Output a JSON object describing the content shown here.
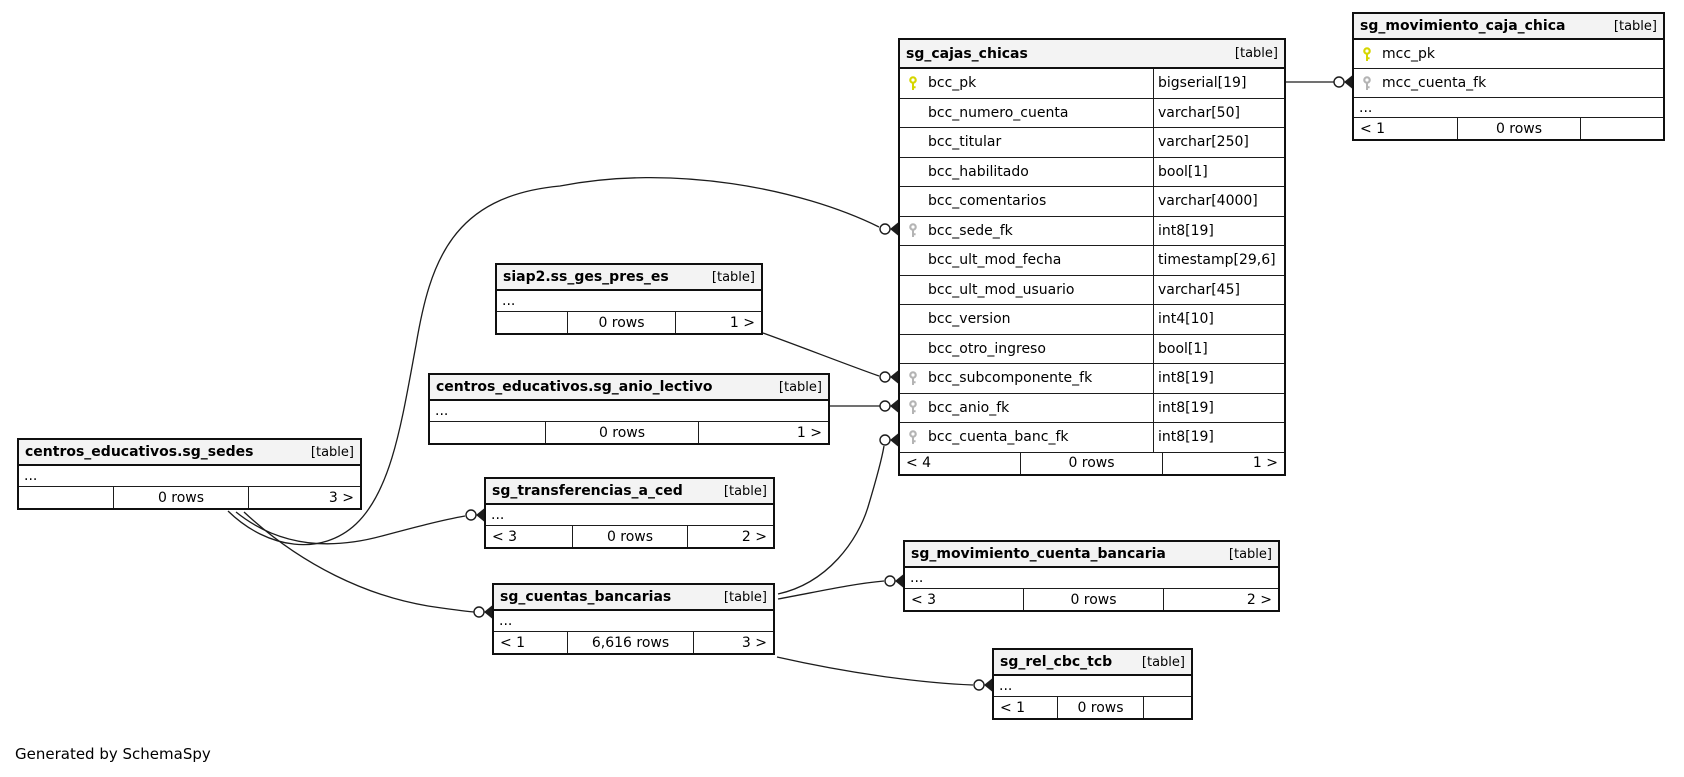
{
  "page": {
    "generated_note": "Generated by SchemaSpy"
  },
  "colors": {
    "background": "#ffffff",
    "table_header_bg": "#f3f3f3",
    "border": "#101010",
    "relationship_line": "#1c1c1c",
    "primary_key_icon": "#d6d600",
    "foreign_key_icon": "#b4b4b4"
  },
  "tables": [
    {
      "id": "sg_cajas_chicas",
      "title": "sg_cajas_chicas",
      "tag": "[table]",
      "columns": [
        {
          "name": "bcc_pk",
          "type": "bigserial[19]",
          "key": "pk"
        },
        {
          "name": "bcc_numero_cuenta",
          "type": "varchar[50]",
          "key": ""
        },
        {
          "name": "bcc_titular",
          "type": "varchar[250]",
          "key": ""
        },
        {
          "name": "bcc_habilitado",
          "type": "bool[1]",
          "key": ""
        },
        {
          "name": "bcc_comentarios",
          "type": "varchar[4000]",
          "key": ""
        },
        {
          "name": "bcc_sede_fk",
          "type": "int8[19]",
          "key": "fk"
        },
        {
          "name": "bcc_ult_mod_fecha",
          "type": "timestamp[29,6]",
          "key": ""
        },
        {
          "name": "bcc_ult_mod_usuario",
          "type": "varchar[45]",
          "key": ""
        },
        {
          "name": "bcc_version",
          "type": "int4[10]",
          "key": ""
        },
        {
          "name": "bcc_otro_ingreso",
          "type": "bool[1]",
          "key": ""
        },
        {
          "name": "bcc_subcomponente_fk",
          "type": "int8[19]",
          "key": "fk"
        },
        {
          "name": "bcc_anio_fk",
          "type": "int8[19]",
          "key": "fk"
        },
        {
          "name": "bcc_cuenta_banc_fk",
          "type": "int8[19]",
          "key": "fk"
        }
      ],
      "ellipsis": "",
      "footer": {
        "left": "< 4",
        "center": "0 rows",
        "right": "1 >"
      }
    },
    {
      "id": "sg_movimiento_caja_chica",
      "title": "sg_movimiento_caja_chica",
      "tag": "[table]",
      "columns": [
        {
          "name": "mcc_pk",
          "type": "",
          "key": "pk"
        },
        {
          "name": "mcc_cuenta_fk",
          "type": "",
          "key": "fk"
        }
      ],
      "ellipsis": "...",
      "footer": {
        "left": "< 1",
        "center": "0 rows",
        "right": ""
      }
    },
    {
      "id": "siap2.ss_ges_pres_es",
      "title": "siap2.ss_ges_pres_es",
      "tag": "[table]",
      "columns": [],
      "ellipsis": "...",
      "footer": {
        "left": "",
        "center": "0 rows",
        "right": "1 >"
      }
    },
    {
      "id": "centros_educativos.sg_anio_lectivo",
      "title": "centros_educativos.sg_anio_lectivo",
      "tag": "[table]",
      "columns": [],
      "ellipsis": "...",
      "footer": {
        "left": "",
        "center": "0 rows",
        "right": "1 >"
      }
    },
    {
      "id": "centros_educativos.sg_sedes",
      "title": "centros_educativos.sg_sedes",
      "tag": "[table]",
      "columns": [],
      "ellipsis": "...",
      "footer": {
        "left": "",
        "center": "0 rows",
        "right": "3 >"
      }
    },
    {
      "id": "sg_transferencias_a_ced",
      "title": "sg_transferencias_a_ced",
      "tag": "[table]",
      "columns": [],
      "ellipsis": "...",
      "footer": {
        "left": "< 3",
        "center": "0 rows",
        "right": "2 >"
      }
    },
    {
      "id": "sg_cuentas_bancarias",
      "title": "sg_cuentas_bancarias",
      "tag": "[table]",
      "columns": [],
      "ellipsis": "...",
      "footer": {
        "left": "< 1",
        "center": "6,616 rows",
        "right": "3 >"
      }
    },
    {
      "id": "sg_movimiento_cuenta_bancaria",
      "title": "sg_movimiento_cuenta_bancaria",
      "tag": "[table]",
      "columns": [],
      "ellipsis": "...",
      "footer": {
        "left": "< 3",
        "center": "0 rows",
        "right": "2 >"
      }
    },
    {
      "id": "sg_rel_cbc_tcb",
      "title": "sg_rel_cbc_tcb",
      "tag": "[table]",
      "columns": [],
      "ellipsis": "...",
      "footer": {
        "left": "< 1",
        "center": "0 rows",
        "right": ""
      }
    }
  ],
  "relationships": [
    {
      "id": "cajas_pk__mcc_cuenta",
      "from": "sg_cajas_chicas.bcc_pk",
      "to": "sg_movimiento_caja_chica.mcc_cuenta_fk"
    },
    {
      "id": "sedes__cajas_sede",
      "from": "centros_educativos.sg_sedes",
      "to": "sg_cajas_chicas.bcc_sede_fk"
    },
    {
      "id": "siap__cajas_subcomponente",
      "from": "siap2.ss_ges_pres_es",
      "to": "sg_cajas_chicas.bcc_subcomponente_fk"
    },
    {
      "id": "anio__cajas_anio",
      "from": "centros_educativos.sg_anio_lectivo",
      "to": "sg_cajas_chicas.bcc_anio_fk"
    },
    {
      "id": "cuentas__cajas_cuenta_banc",
      "from": "sg_cuentas_bancarias",
      "to": "sg_cajas_chicas.bcc_cuenta_banc_fk"
    },
    {
      "id": "sedes__transferencias",
      "from": "centros_educativos.sg_sedes",
      "to": "sg_transferencias_a_ced"
    },
    {
      "id": "sedes__cuentas",
      "from": "centros_educativos.sg_sedes",
      "to": "sg_cuentas_bancarias"
    },
    {
      "id": "cuentas__mov_cuenta",
      "from": "sg_cuentas_bancarias",
      "to": "sg_movimiento_cuenta_bancaria"
    },
    {
      "id": "cuentas__rel_cbc",
      "from": "sg_cuentas_bancarias",
      "to": "sg_rel_cbc_tcb"
    }
  ]
}
